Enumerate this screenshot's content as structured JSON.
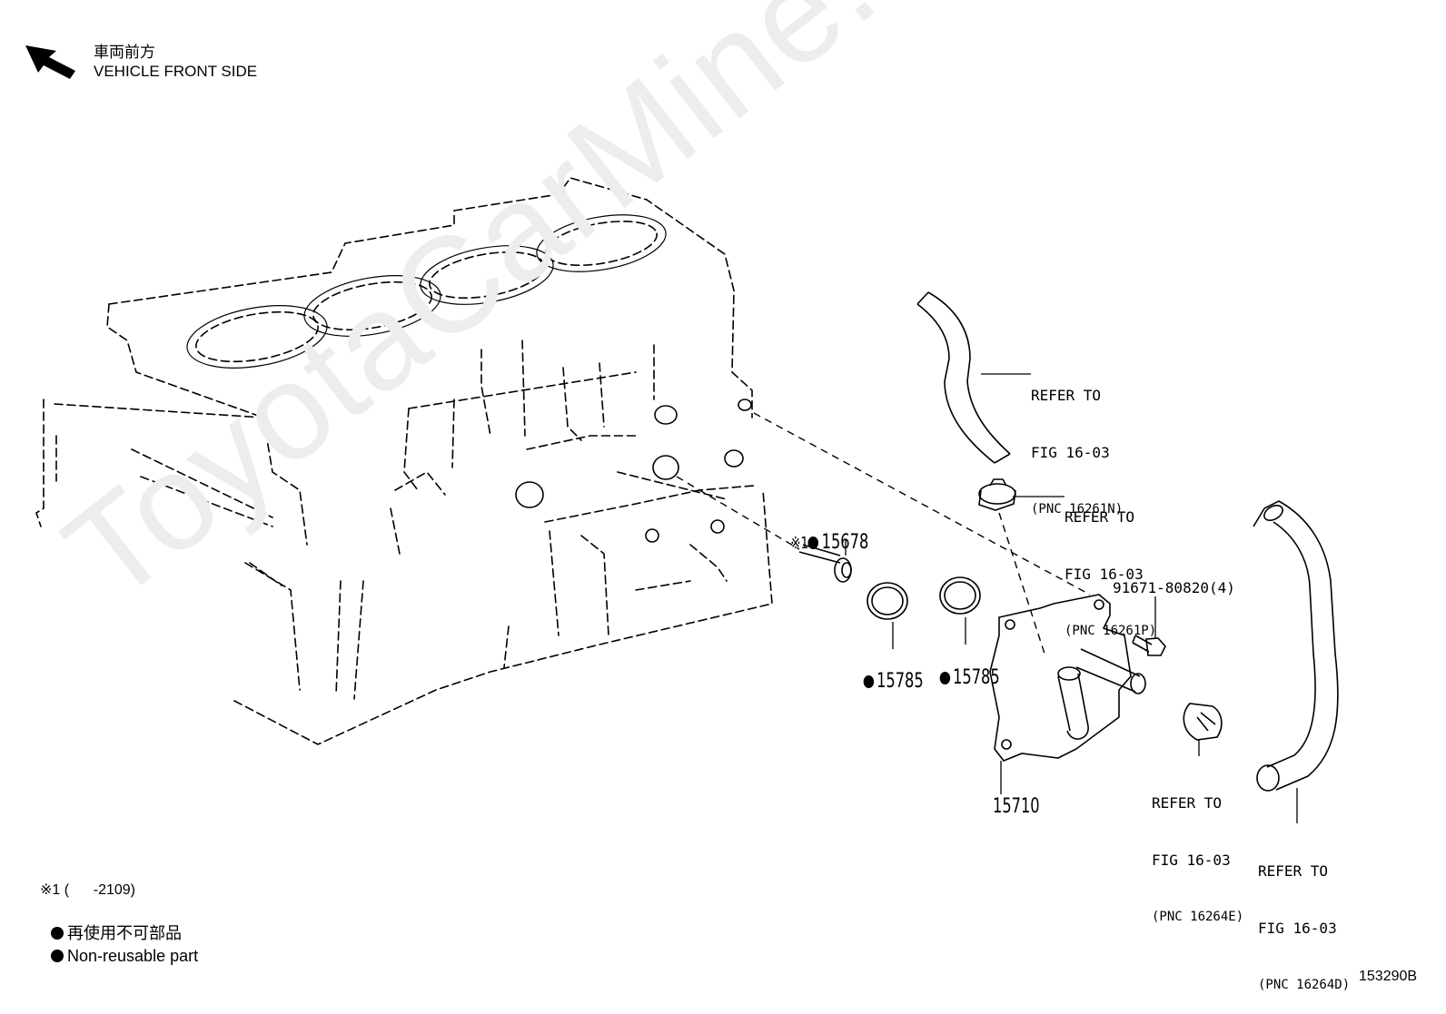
{
  "header": {
    "direction_jp": "車両前方",
    "direction_en": "VEHICLE FRONT SIDE"
  },
  "watermark": "ToyotaCarMine.ru",
  "refs": {
    "hose_upper": {
      "line1": "REFER TO",
      "line2": "FIG 16-03",
      "pnc": "(PNC 16261N)"
    },
    "clip_upper": {
      "line1": "REFER TO",
      "line2": "FIG 16-03",
      "pnc": "(PNC 16261P)"
    },
    "clip_lower": {
      "line1": "REFER TO",
      "line2": "FIG 16-03",
      "pnc": "(PNC 16264E)"
    },
    "hose_lower": {
      "line1": "REFER TO",
      "line2": "FIG 16-03",
      "pnc": "(PNC 16264D)"
    }
  },
  "parts": {
    "union": {
      "prefix": "※1",
      "number": "15678"
    },
    "ring_a": {
      "number": "15785"
    },
    "ring_b": {
      "number": "15785"
    },
    "oil_cooler": {
      "number": "15710"
    },
    "bolt": {
      "number": "91671-80820(4)"
    }
  },
  "legend": {
    "note": "※1 (      -2109)",
    "nonreusable_jp": "再使用不可部品",
    "nonreusable_en": "Non-reusable part"
  },
  "figure_id": "153290B"
}
